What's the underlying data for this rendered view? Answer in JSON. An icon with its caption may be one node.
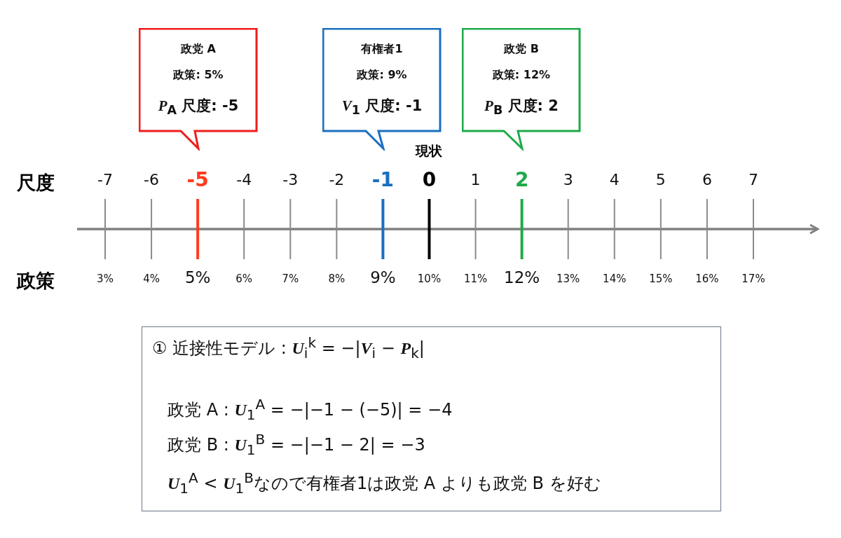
{
  "diagram": {
    "nodes": [
      {
        "text": [
          "政党 A",
          "政策: 5%",
          "*P*$_{A}$ 尺度: -5"
        ]
      },
      {
        "text": [
          "有権者1",
          "政策: 9%",
          "*V*$_{1}$ 尺度: -1"
        ]
      },
      {
        "text": [
          "政党 B",
          "政策: 12%",
          "*P*$_{B}$ 尺度: 2"
        ]
      },
      {
        "text": [
          "① 近接性モデル : *U*$_{i}$$^{k}$ = −|*V*$_{i}$ − *P*$_{k}$|",
          "政党 A : *U*$_{1}$$^{A}$ = −|−1 − (−5)| = −4",
          "政党 B : *U*$_{1}$$^{B}$ = −|−1 − 2| = −3",
          "*U*$_{1}$$^{A}$ < *U*$_{1}$$^{B}$なので有権者1は政党 A よりも政党 B を好む"
        ]
      }
    ],
    "labels": [
      "現状",
      "尺度",
      "-7",
      "-6",
      "-5",
      "-4",
      "-3",
      "-2",
      "-1",
      "0",
      "1",
      "2",
      "3",
      "4",
      "5",
      "6",
      "7",
      "政策",
      "3%",
      "4%",
      "5%",
      "6%",
      "7%",
      "8%",
      "9%",
      "10%",
      "11%",
      "12%",
      "13%",
      "14%",
      "15%",
      "16%",
      "17%"
    ]
  }
}
